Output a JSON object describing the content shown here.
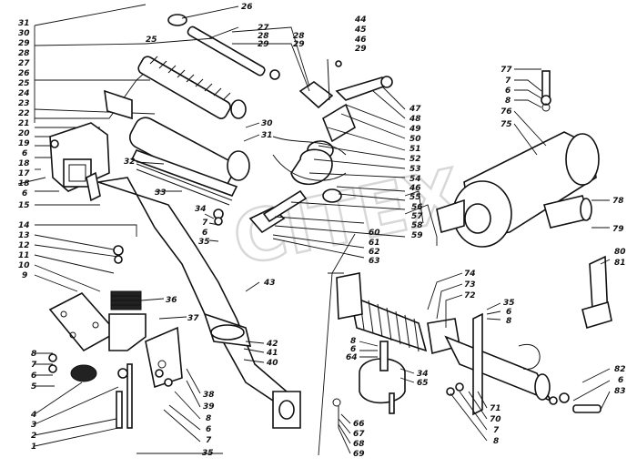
{
  "watermark": "CITEX",
  "labels_left": [
    "31",
    "30",
    "29",
    "28",
    "27",
    "26",
    "25",
    "24",
    "23",
    "22",
    "21",
    "20",
    "19",
    "6",
    "18",
    "17",
    "18",
    "6",
    "15",
    "14",
    "13",
    "12",
    "11",
    "10",
    "9",
    "8",
    "7",
    "6",
    "5",
    "4",
    "3",
    "2",
    "1"
  ],
  "labels_top": [
    "26",
    "27",
    "28",
    "29",
    "25",
    "28",
    "29",
    "44",
    "45",
    "46",
    "29",
    "47",
    "48",
    "49",
    "50",
    "51",
    "52",
    "53",
    "54",
    "55",
    "46",
    "56",
    "57",
    "58",
    "59",
    "60",
    "61",
    "62",
    "63",
    "30",
    "31",
    "32",
    "33",
    "34",
    "7",
    "6",
    "35",
    "43",
    "36",
    "37",
    "42",
    "41",
    "40",
    "38",
    "39",
    "8",
    "6",
    "7",
    "35"
  ],
  "labels_right": [
    "77",
    "7",
    "6",
    "8",
    "76",
    "75",
    "78",
    "79",
    "80",
    "81",
    "74",
    "73",
    "72",
    "35",
    "6",
    "8",
    "71",
    "70",
    "7",
    "8",
    "82",
    "6",
    "83",
    "8",
    "6",
    "64",
    "34",
    "65",
    "66",
    "67",
    "68",
    "69"
  ]
}
